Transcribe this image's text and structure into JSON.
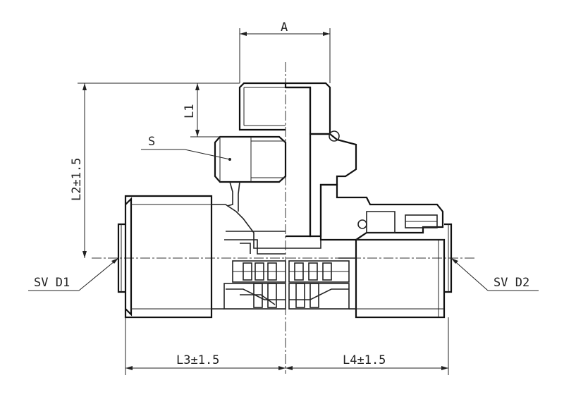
{
  "drawing": {
    "dimensions": {
      "a": "A",
      "l1": "L1",
      "s": "S",
      "l2": "L2±1.5",
      "sv_d1": "SV D1",
      "sv_d2": "SV D2",
      "l3": "L3±1.5",
      "l4": "L4±1.5"
    }
  }
}
